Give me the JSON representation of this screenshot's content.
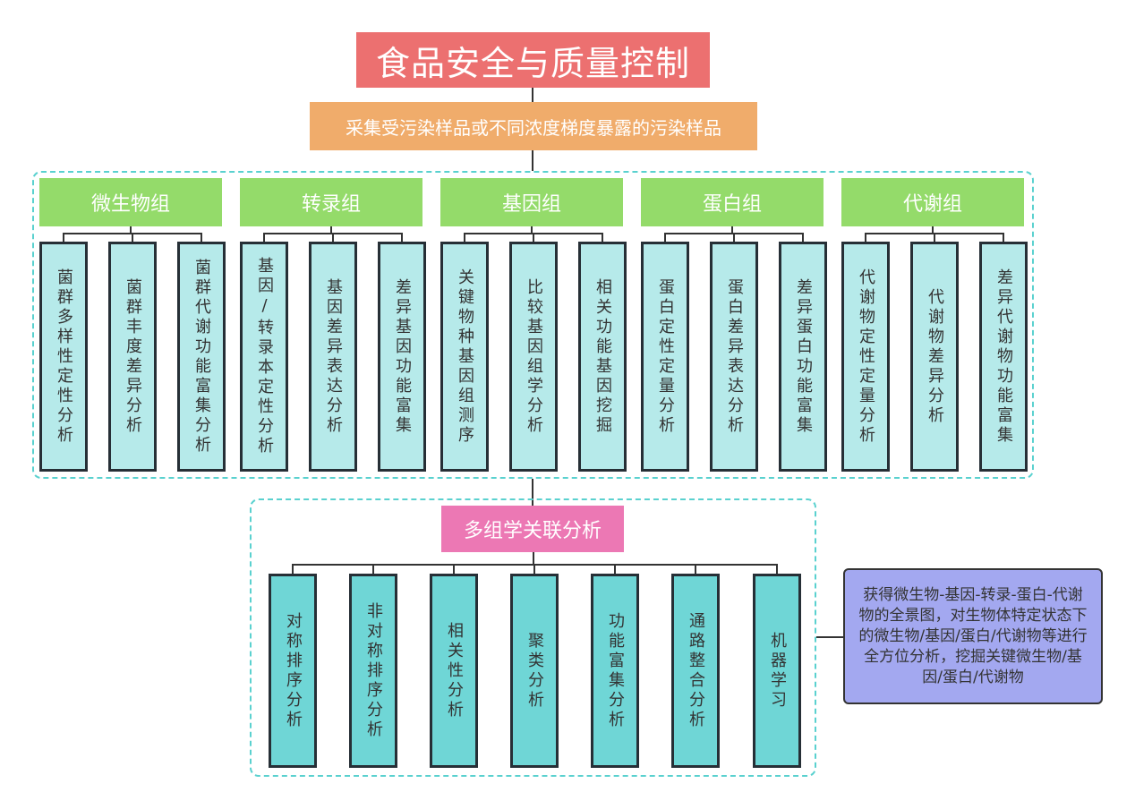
{
  "title": "食品安全与质量控制",
  "sampling": "采集受污染样品或不同浓度梯度暴露的污染样品",
  "omics": [
    {
      "label": "微生物组",
      "items": [
        "菌群多样性定性分析",
        "菌群丰度差异分析",
        "菌群代谢功能富集分析"
      ]
    },
    {
      "label": "转录组",
      "items": [
        "基因/转录本定性分析",
        "基因差异表达分析",
        "差异基因功能富集"
      ]
    },
    {
      "label": "基因组",
      "items": [
        "关键物种基因组测序",
        "比较基因组学分析",
        "相关功能基因挖掘"
      ]
    },
    {
      "label": "蛋白组",
      "items": [
        "蛋白定性定量分析",
        "蛋白差异表达分析",
        "差异蛋白功能富集"
      ]
    },
    {
      "label": "代谢组",
      "items": [
        "代谢物定性定量分析",
        "代谢物差异分析",
        "差异代谢物功能富集"
      ]
    }
  ],
  "multi_omics": {
    "label": "多组学关联分析",
    "items": [
      "对称排序分析",
      "非对称排序分析",
      "相关性分析",
      "聚类分析",
      "功能富集分析",
      "通路整合分析",
      "机器学习"
    ]
  },
  "summary": "获得微生物-基因-转录-蛋白-代谢物的全景图，对生物体特定状态下的微生物/基因/蛋白/代谢物等进行全方位分析，挖掘关键微生物/基因/蛋白/代谢物",
  "colors": {
    "title": "#ec7070",
    "sampling": "#f0ac6b",
    "omics_header": "#94db6a",
    "omics_leaf": "#b6eaea",
    "multi_header": "#ec78b4",
    "multi_leaf": "#6fd6d6",
    "summary": "#a3a8f0",
    "dashed_border": "#5ad1cf"
  }
}
